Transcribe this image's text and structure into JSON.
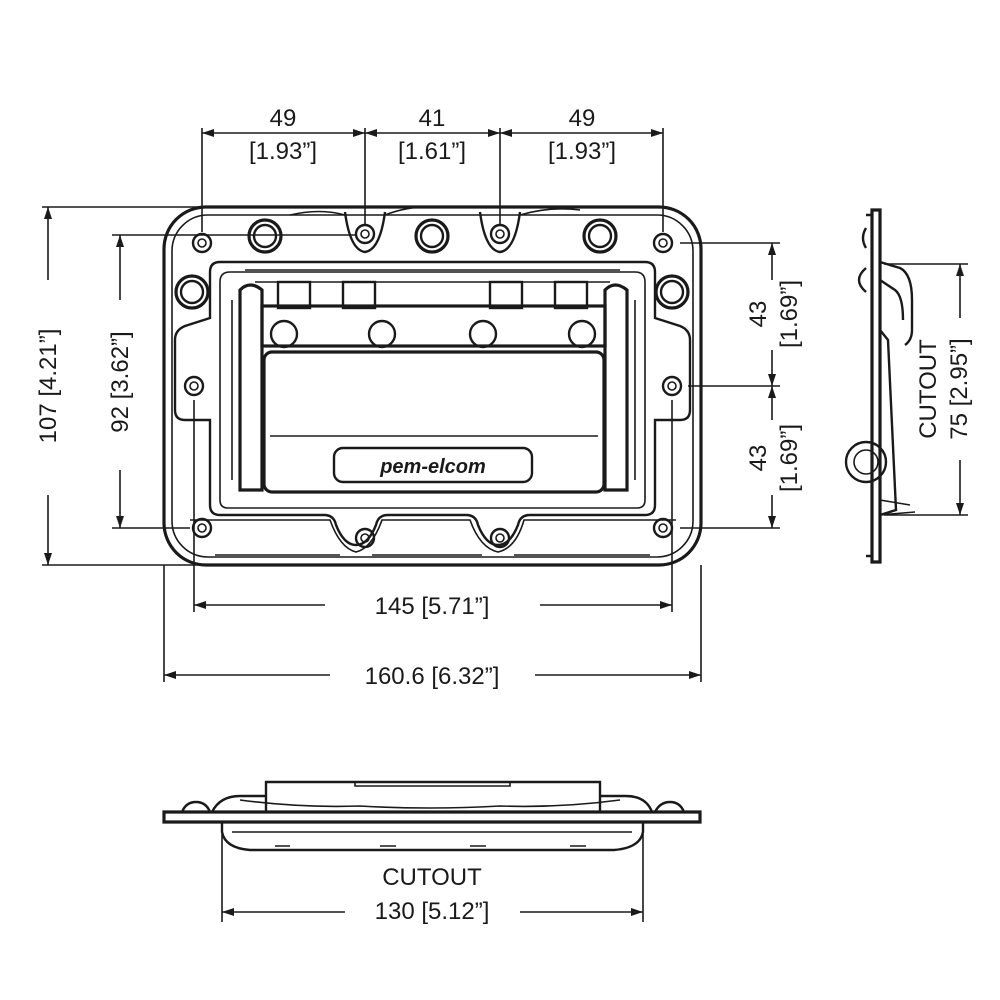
{
  "brand": "pem-elcom",
  "dimensions": {
    "hole_spacing_left": {
      "value": "49",
      "inches": "[1.93”]"
    },
    "hole_spacing_mid": {
      "value": "41",
      "inches": "[1.61”]"
    },
    "hole_spacing_right": {
      "value": "49",
      "inches": "[1.93”]"
    },
    "overall_height": "107 [4.21”]",
    "hole_height": "92 [3.62”]",
    "right_upper": {
      "value": "43",
      "inches": "[1.69”]"
    },
    "right_lower": {
      "value": "43",
      "inches": "[1.69”]"
    },
    "hole_width": "145 [5.71”]",
    "overall_width": "160.6 [6.32”]",
    "side_cutout": {
      "label": "CUTOUT",
      "value": "75 [2.95”]"
    },
    "bottom_cutout": {
      "label": "CUTOUT",
      "value": "130 [5.12”]"
    }
  }
}
